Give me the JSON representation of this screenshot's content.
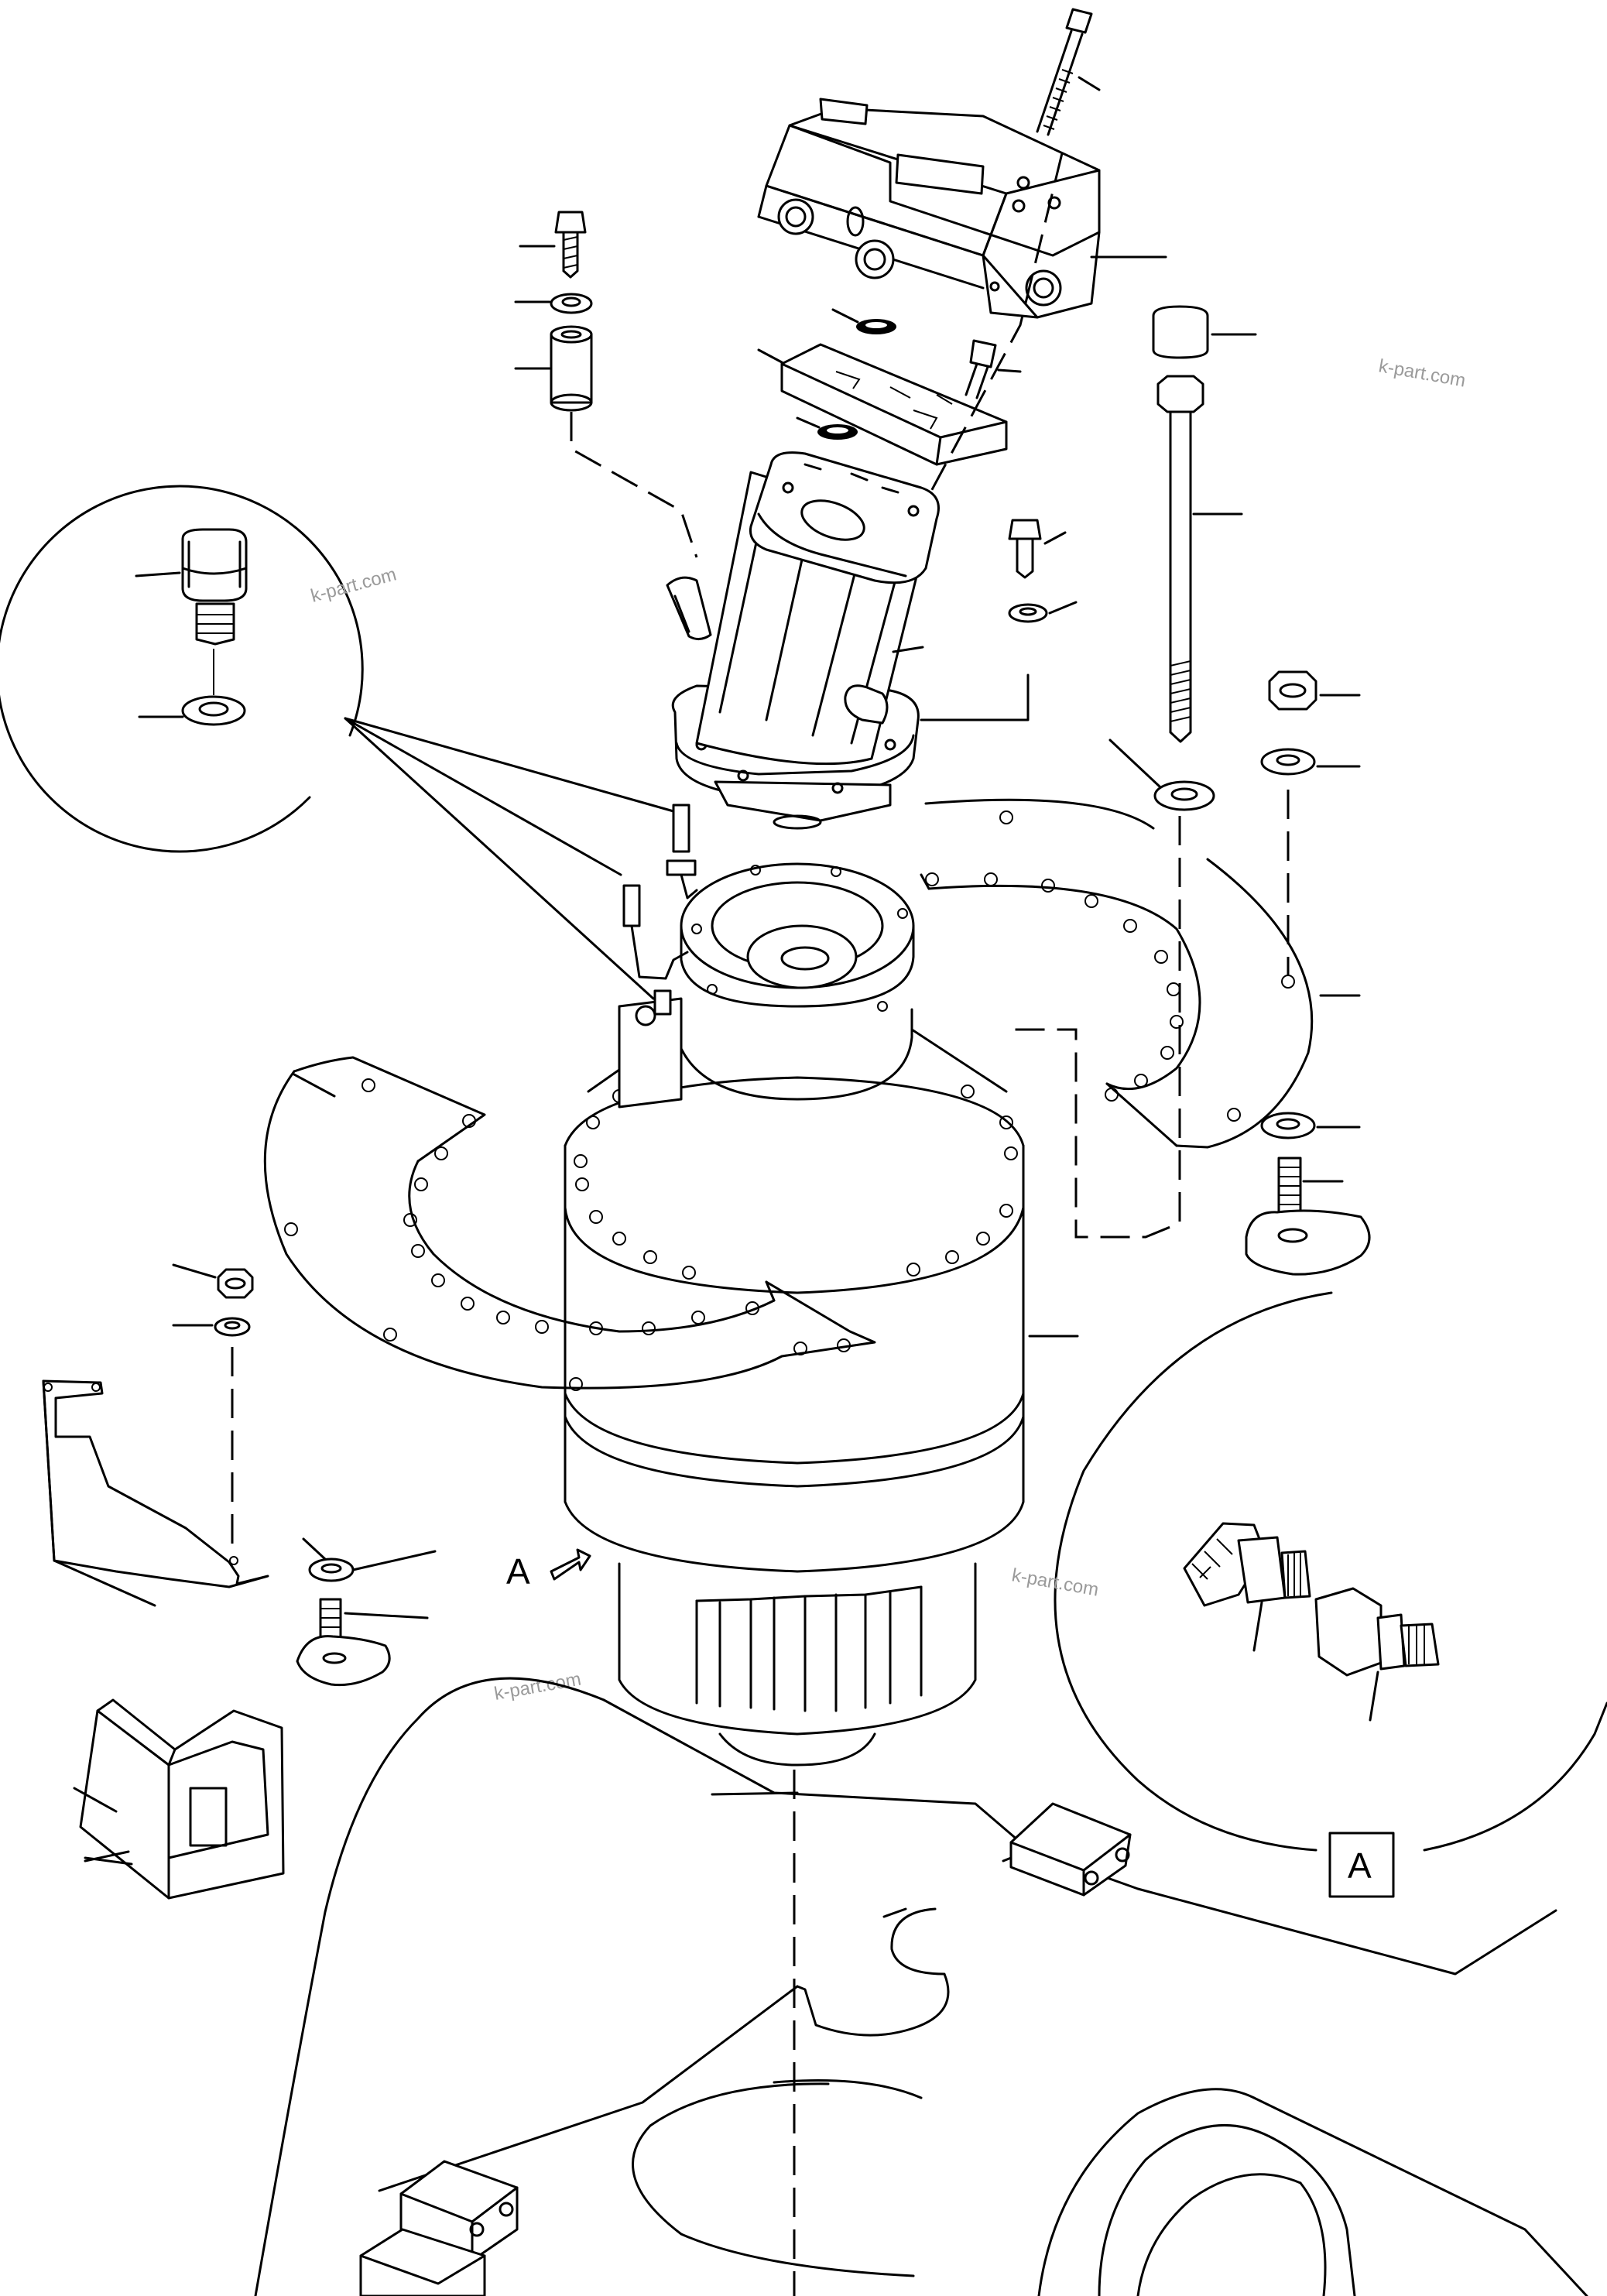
{
  "watermark": "k-part.com",
  "view_label": "A",
  "detail_label": "A"
}
